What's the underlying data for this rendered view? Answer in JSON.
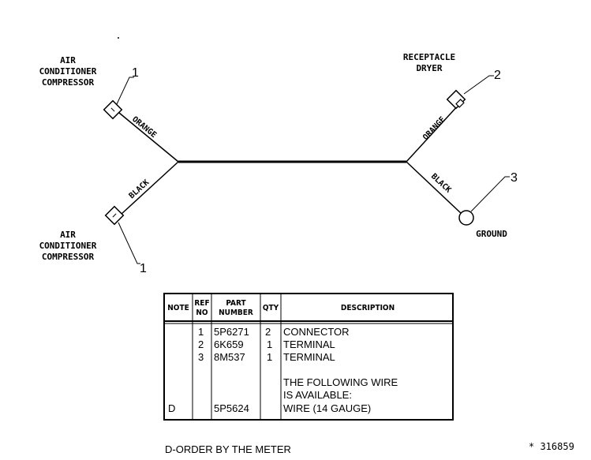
{
  "diagram": {
    "component_top_left": [
      "AIR",
      "CONDITIONER",
      "COMPRESSOR"
    ],
    "component_bottom_left": [
      "AIR",
      "CONDITIONER",
      "COMPRESSOR"
    ],
    "component_top_right": [
      "RECEPTACLE",
      "DRYER"
    ],
    "component_bottom_right": "GROUND",
    "refs": {
      "top_left": "1",
      "bottom_left": "1",
      "top_right": "2",
      "bottom_right": "3"
    },
    "wires": {
      "top_left": "ORANGE",
      "bottom_left": "BLACK",
      "top_right": "ORANGE",
      "bottom_right": "BLACK"
    }
  },
  "table": {
    "headers": {
      "note": "NOTE",
      "ref_no": [
        "REF",
        "NO"
      ],
      "part_number": [
        "PART",
        "NUMBER"
      ],
      "qty": "QTY",
      "description": "DESCRIPTION"
    },
    "rows": [
      {
        "note": "",
        "ref": "1",
        "part": "5P6271",
        "qty": "2",
        "desc": "CONNECTOR"
      },
      {
        "note": "",
        "ref": "2",
        "part": "6K659",
        "qty": "1",
        "desc": "TERMINAL"
      },
      {
        "note": "",
        "ref": "3",
        "part": "8M537",
        "qty": "1",
        "desc": "TERMINAL"
      },
      {
        "note": "",
        "ref": "",
        "part": "",
        "qty": "",
        "desc": ""
      },
      {
        "note": "",
        "ref": "",
        "part": "",
        "qty": "",
        "desc": "THE FOLLOWING WIRE"
      },
      {
        "note": "",
        "ref": "",
        "part": "",
        "qty": "",
        "desc": "IS AVAILABLE:"
      },
      {
        "note": "D",
        "ref": "",
        "part": "5P5624",
        "qty": "",
        "desc": "WIRE (14 GAUGE)"
      }
    ]
  },
  "footnote": "D-ORDER BY THE METER",
  "figure_id": "* 316859"
}
